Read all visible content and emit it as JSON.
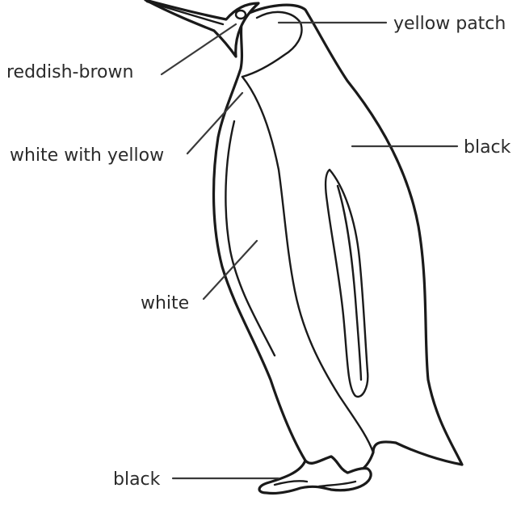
{
  "labels": {
    "yellow_patch": "yellow patch",
    "reddish_brown": "reddish-brown",
    "white_with_yellow": "white with yellow",
    "black_back": "black",
    "white_belly": "white",
    "black_feet": "black"
  },
  "colors": {
    "background": "#ffffff",
    "line": "#1a1a1a",
    "text": "#2b2b2b"
  }
}
